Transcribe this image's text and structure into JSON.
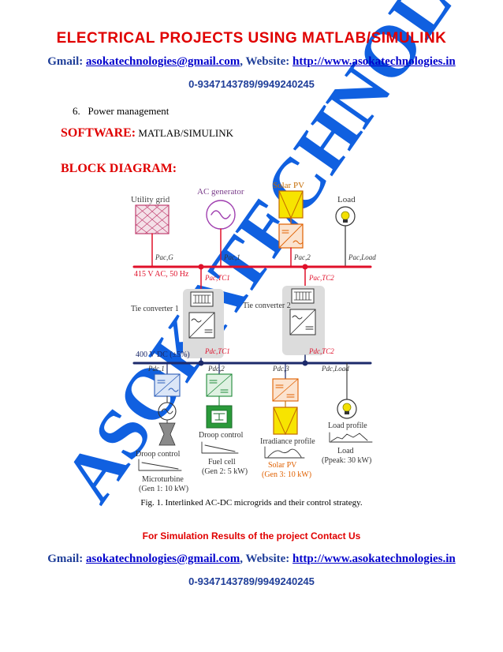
{
  "header": {
    "title": "ELECTRICAL PROJECTS USING MATLAB/SIMULINK",
    "gmail_label": "Gmail: ",
    "email": "asokatechnologies@gmail.com",
    "website_label": ", Website: ",
    "website": "http://www.asokatechnologies.in",
    "phone": "0-9347143789/9949240245"
  },
  "content": {
    "list_item": "6.   Power management",
    "software_label": "SOFTWARE:",
    "software_value": " MATLAB/SIMULINK",
    "block_diagram_heading": "BLOCK DIAGRAM:"
  },
  "watermark": "ASOKATECHNOLOGIES",
  "diagram": {
    "utility_grid": "Utility grid",
    "ac_generator": "AC generator",
    "solar_pv_top": "Solar PV",
    "load_top": "Load",
    "ac_bus": "415 V AC, 50 Hz",
    "dc_bus": "400 V DC (±5%)",
    "tie_converter_1": "Tie converter 1",
    "tie_converter_2": "Tie converter 2",
    "p_ac_g": "Pac,G",
    "p_ac_1": "Pac,1",
    "p_ac_2": "Pac,2",
    "p_ac_load": "Pac,Load",
    "p_ac_tc1": "Pac,TC1",
    "p_ac_tc2": "Pac,TC2",
    "p_dc_tc1": "Pdc,TC1",
    "p_dc_tc2": "Pdc,TC2",
    "p_dc_1": "Pdc,1",
    "p_dc_2": "Pdc,2",
    "p_dc_3": "Pdc,3",
    "p_dc_load": "Pdc,Load",
    "droop_control_1": "Droop control",
    "microturbine": "Microturbine",
    "microturbine_gen": "(Gen 1: 10 kW)",
    "droop_control_2": "Droop control",
    "fuel_cell": "Fuel cell",
    "fuel_cell_gen": "(Gen 2: 5 kW)",
    "irradiance_profile": "Irradiance profile",
    "solar_pv_bottom": "Solar PV",
    "solar_pv_gen": "(Gen 3: 10 kW)",
    "load_profile": "Load profile",
    "load_bottom": "Load",
    "load_peak": "(Ppeak: 30 kW)"
  },
  "caption": "Fig. 1. Interlinked AC-DC microgrids and their control strategy.",
  "footer": {
    "contact": "For Simulation Results of the project Contact Us",
    "gmail_label": "Gmail: ",
    "email": "asokatechnologies@gmail.com",
    "website_label": ", Website: ",
    "website": "http://www.asokatechnologies.in",
    "phone": "0-9347143789/9949240245"
  },
  "colors": {
    "header_red": "#e00000",
    "link_blue": "#0000cc",
    "text_navy": "#1f3e99",
    "ac_bus": "#e0102a",
    "dc_bus": "#1c2a6b",
    "watermark_blue": "#1060e0"
  }
}
